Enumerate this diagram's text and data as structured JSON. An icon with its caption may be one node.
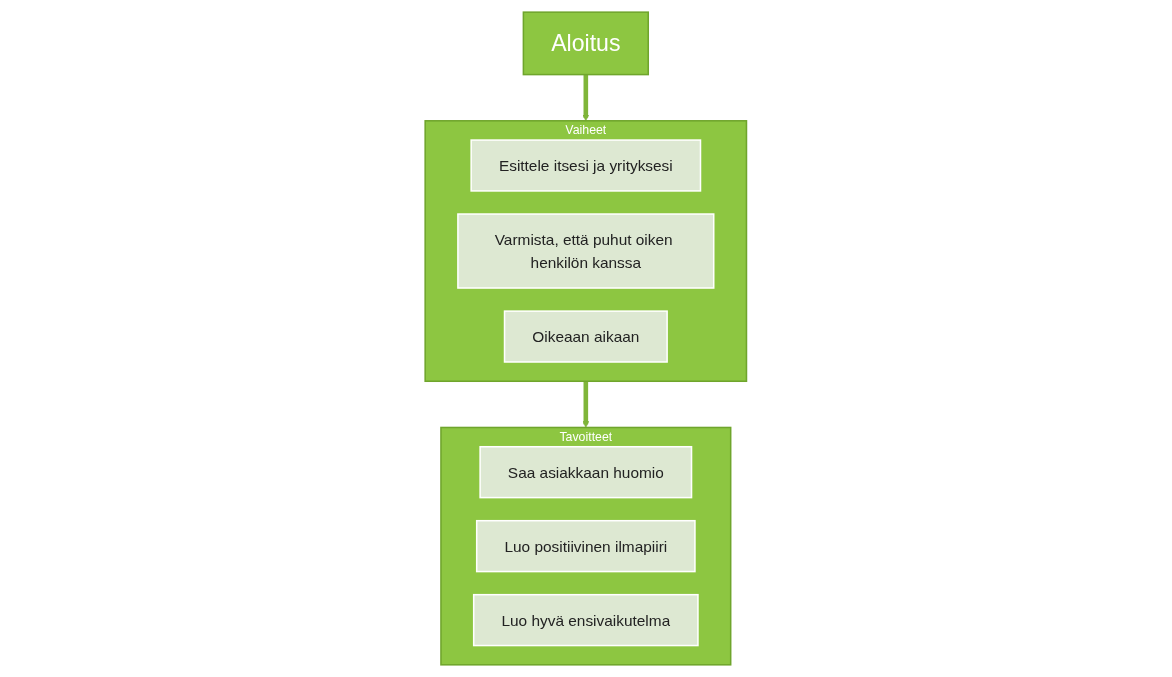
{
  "diagram": {
    "nodes": [
      {
        "text": [
          "Aloitus"
        ]
      },
      {
        "text": [
          "Vaiheet"
        ]
      },
      {
        "text": [
          "Esittele itsesi ja yrityksesi"
        ],
        "in": 1
      },
      {
        "text": [
          "Varmista, että puhut oiken henkilön kanssa"
        ],
        "in": 1
      },
      {
        "text": [
          "Oikeaan aikaan"
        ],
        "in": 1
      },
      {
        "text": [
          "Tavoitteet"
        ]
      },
      {
        "text": [
          "Saa asiakkaan huomio"
        ],
        "in": 5
      },
      {
        "text": [
          "Luo positiivinen ilmapiiri"
        ],
        "in": 5
      },
      {
        "text": [
          "Luo hyvä ensivaikutelma"
        ],
        "in": 5
      }
    ],
    "edges": [
      {
        "from": 0,
        "to": 1,
        "arrow": "to"
      },
      {
        "from": 1,
        "to": 5,
        "arrow": "to"
      }
    ]
  }
}
